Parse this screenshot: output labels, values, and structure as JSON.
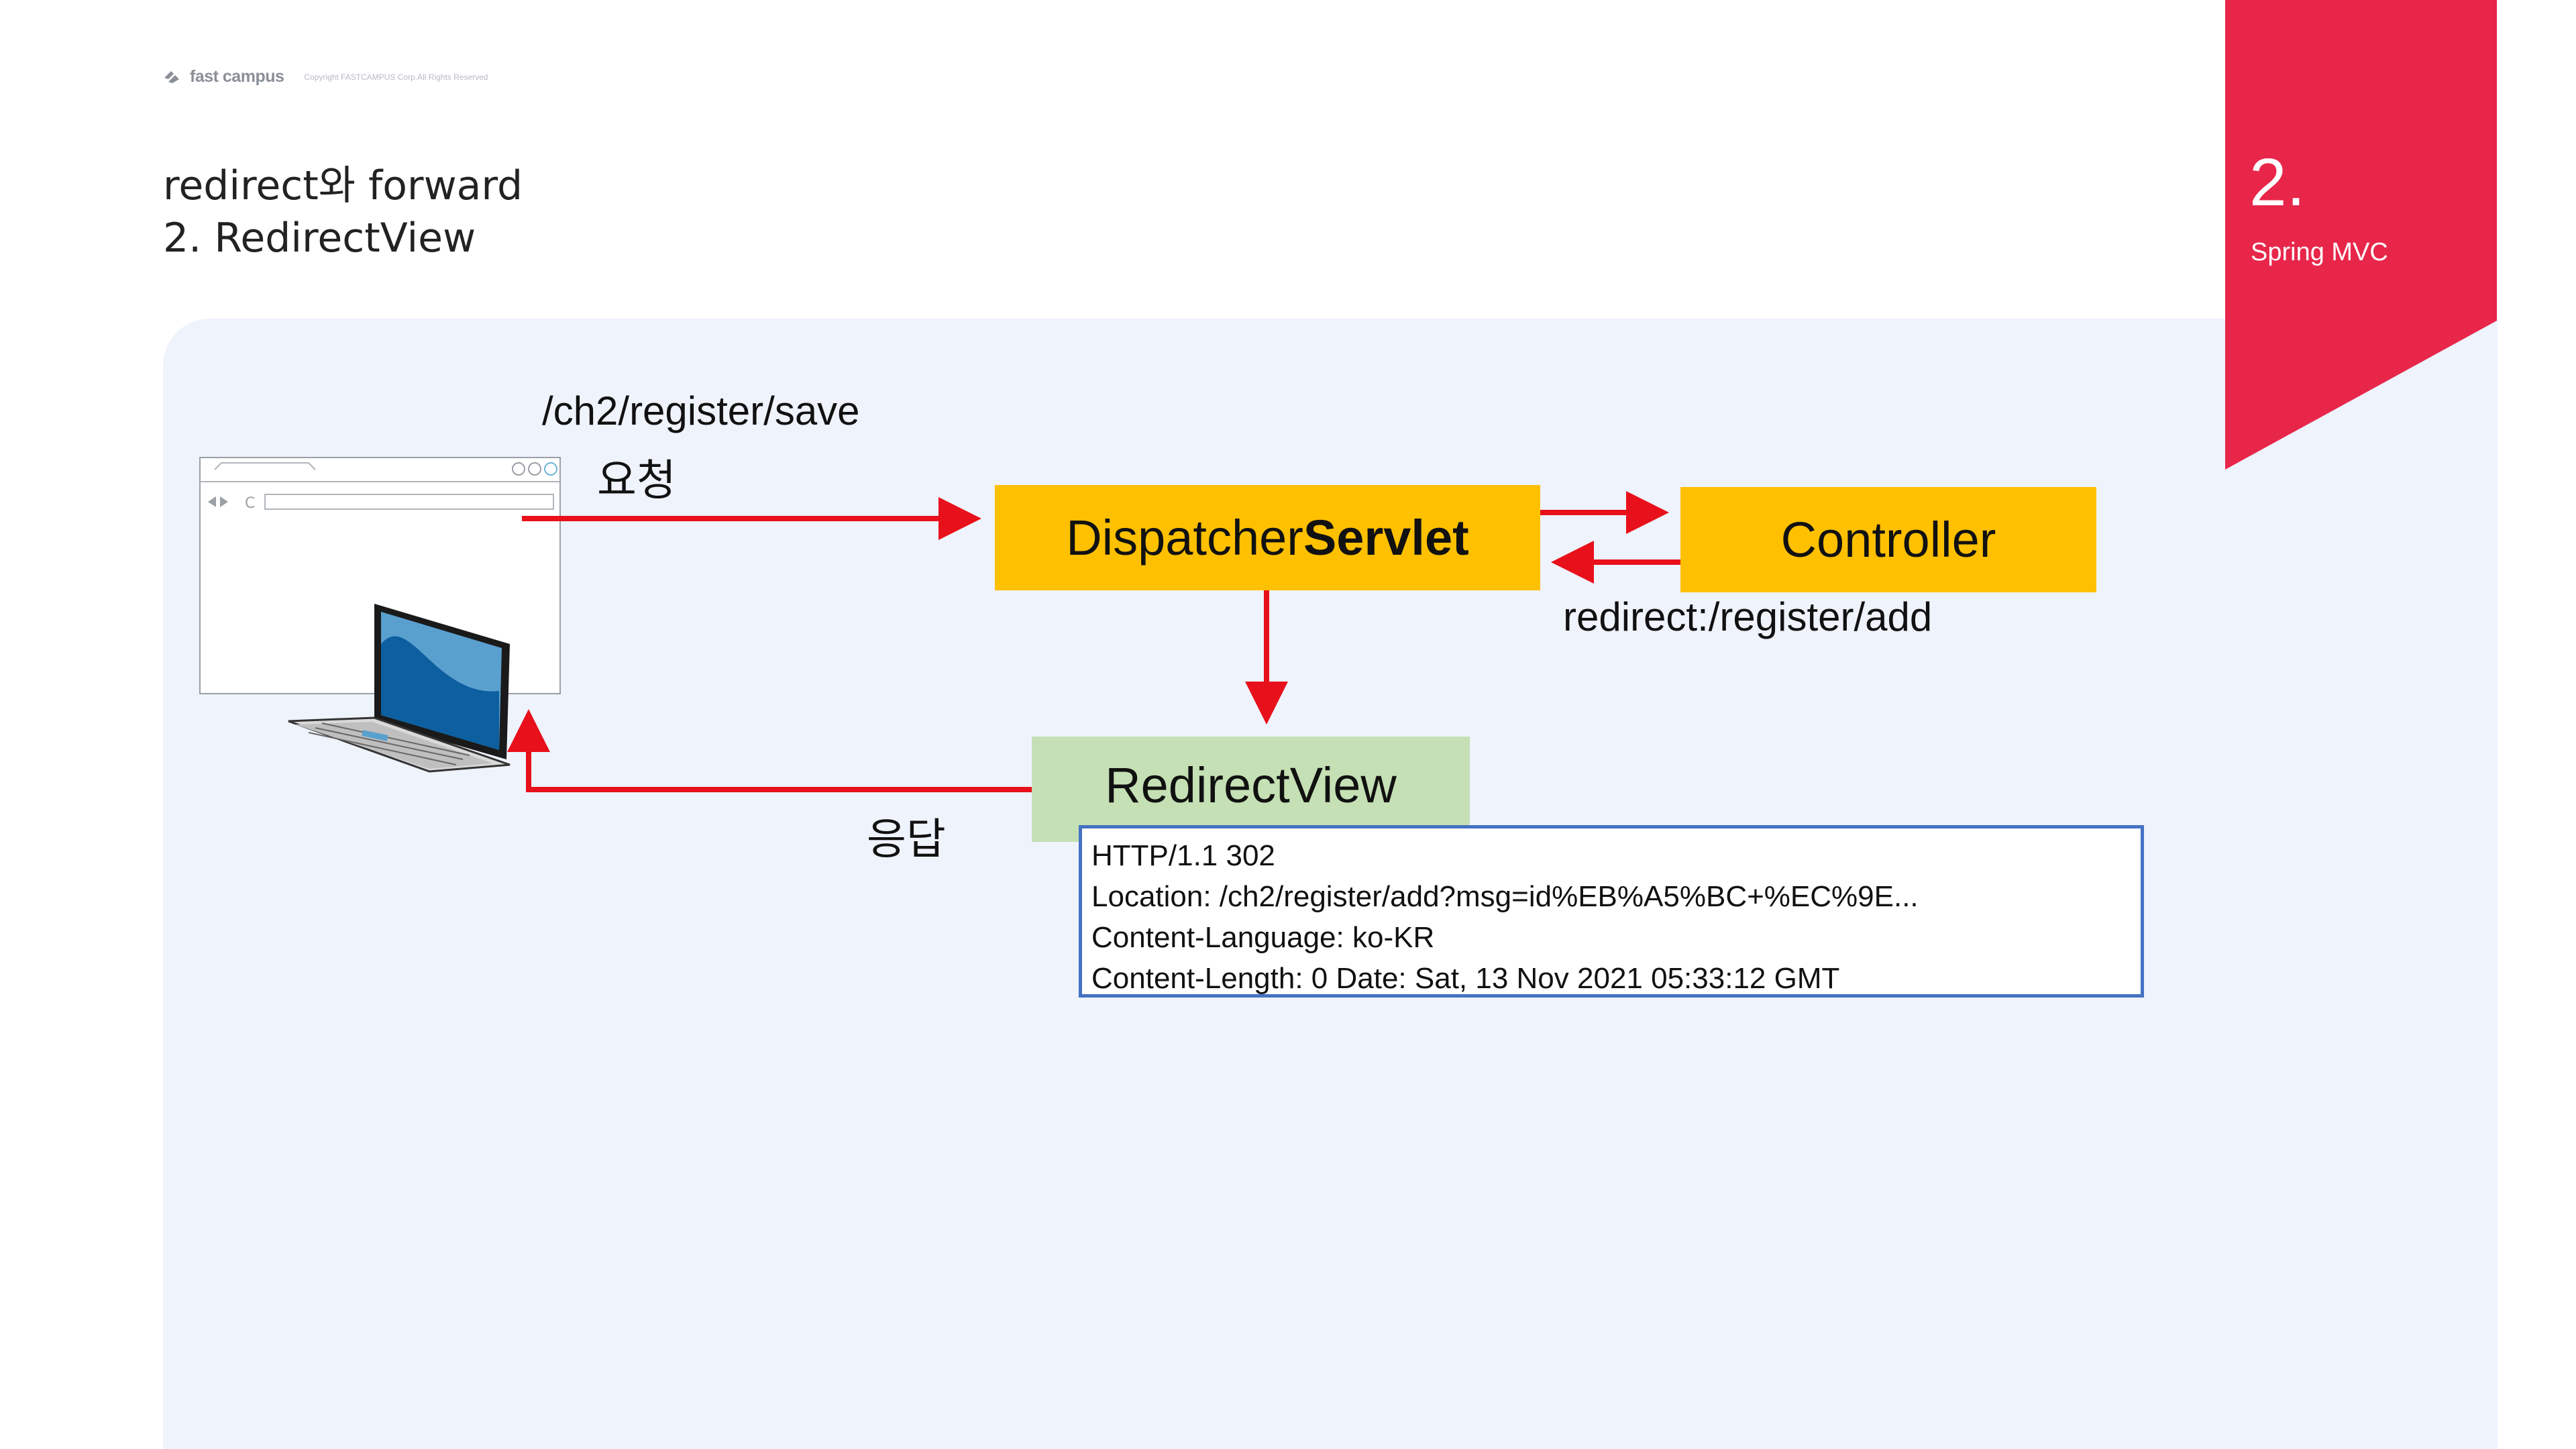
{
  "brand": {
    "name": "fast campus",
    "copyright": "Copyright FASTCAMPUS Corp.All Rights Reserved"
  },
  "header": {
    "title_line1": "redirect와 forward",
    "title_line2": "2. RedirectView"
  },
  "chapter": {
    "number": "2.",
    "name": "Spring MVC"
  },
  "colors": {
    "accent_red": "#e8264a",
    "panel_bg": "#eef3fc",
    "box_yellow": "#ffc000",
    "box_green": "#c5e0b4",
    "arrow_red": "#e8101a",
    "response_border": "#4472c4"
  },
  "diagram": {
    "client_icon": "browser-window-laptop-icon",
    "request_url": "/ch2/register/save",
    "request_label": "요청",
    "dispatcher_prefix": "Dispatcher",
    "dispatcher_bold": "Servlet",
    "controller": "Controller",
    "redirect_label": "redirect:/register/add",
    "redirect_view": "RedirectView",
    "response_label": "응답",
    "response_lines": [
      "HTTP/1.1 302",
      "Location: /ch2/register/add?msg=id%EB%A5%BC+%EC%9E...",
      "Content-Language: ko-KR",
      "Content-Length: 0 Date: Sat, 13 Nov 2021 05:33:12 GMT"
    ]
  }
}
